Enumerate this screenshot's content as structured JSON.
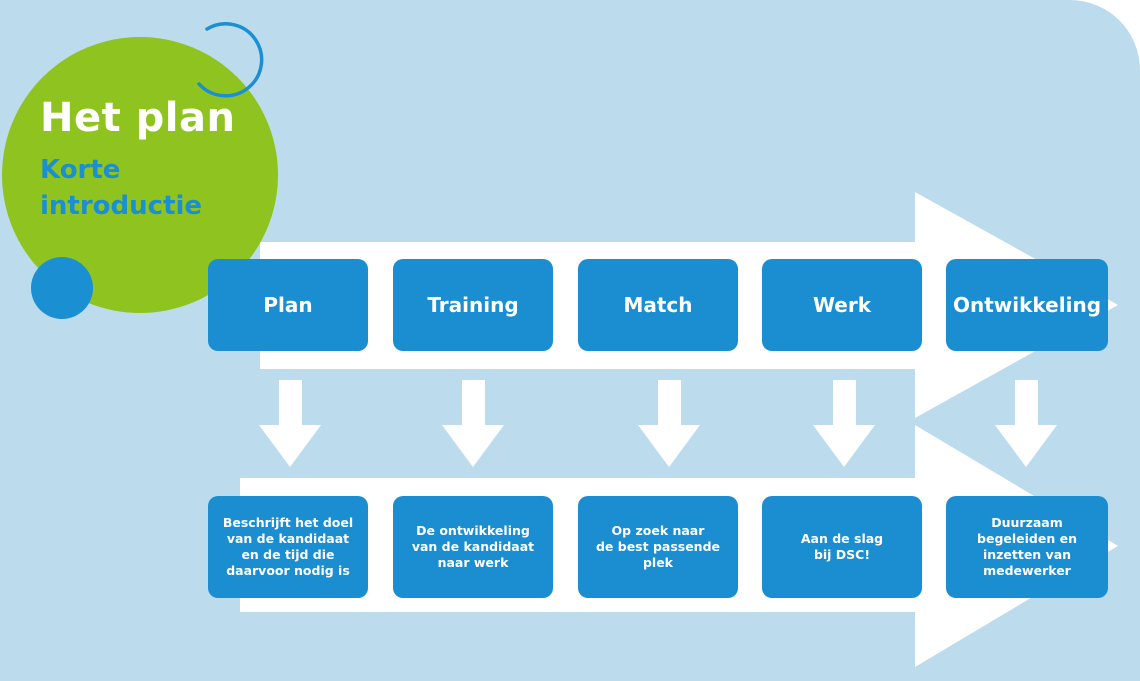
{
  "badge": {
    "title": "Het plan",
    "subtitle": "Korte\nintroductie",
    "colors": {
      "green": "#8fc31f",
      "blue": "#1a8fd2",
      "panel": "#bcdcee"
    }
  },
  "steps": [
    {
      "label": "Plan",
      "description": "Beschrijft het doel\nvan de kandidaat\nen de tijd die\ndaarvoor nodig is"
    },
    {
      "label": "Training",
      "description": "De ontwikkeling\nvan de kandidaat\nnaar werk"
    },
    {
      "label": "Match",
      "description": "Op zoek naar\nde best passende\nplek"
    },
    {
      "label": "Werk",
      "description": "Aan de slag\nbij DSC!"
    },
    {
      "label": "Ontwikkeling",
      "description": "Duurzaam\nbegeleiden en\ninzetten van\nmedewerker"
    }
  ]
}
